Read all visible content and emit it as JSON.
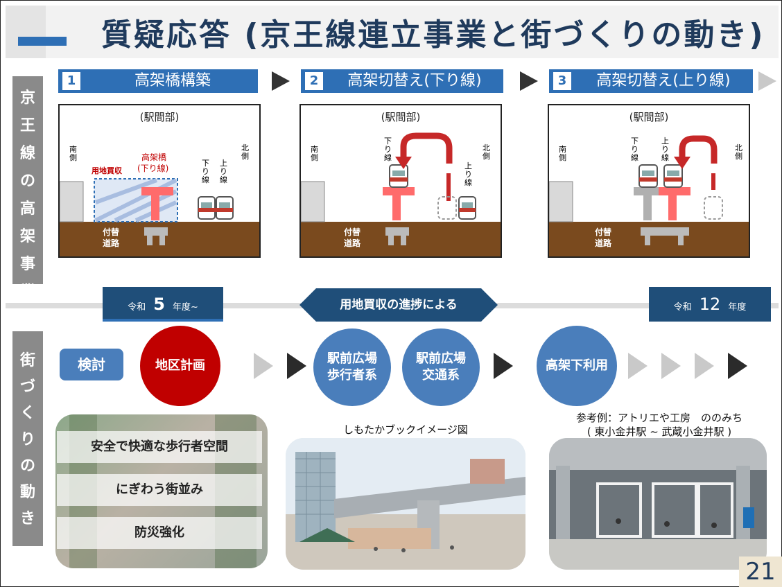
{
  "title": "質疑応答 (京王線連立事業と街づくりの動き)",
  "band_railway": [
    "京",
    "王",
    "線",
    "の",
    "高",
    "架",
    "事",
    "業"
  ],
  "band_town": [
    "街",
    "づ",
    "く",
    "り",
    "の",
    "動",
    "き"
  ],
  "steps": [
    {
      "num": "1",
      "label": "高架橋構築"
    },
    {
      "num": "2",
      "label": "高架切替え(下り線)"
    },
    {
      "num": "3",
      "label": "高架切替え(上り線)"
    }
  ],
  "diagram": {
    "section": "(駅間部)",
    "south": "南側",
    "north": "北側",
    "down_line": "下り線",
    "up_line": "上り線",
    "land_acquisition": "用地買収",
    "viaduct_line1": "高架橋",
    "viaduct_line2": "(下り線)",
    "temp_road_line1": "付替",
    "temp_road_line2": "道路"
  },
  "timeline": {
    "start_prefix": "令和",
    "start_year": "5",
    "start_suffix": "年度~",
    "middle": "用地買収の進捗による",
    "end_prefix": "令和",
    "end_year": "12",
    "end_suffix": "年度"
  },
  "town": {
    "study": "検討",
    "district_plan": "地区計画",
    "plaza_pedestrian_line1": "駅前広場",
    "plaza_pedestrian_line2": "歩行者系",
    "plaza_traffic_line1": "駅前広場",
    "plaza_traffic_line2": "交通系",
    "under_viaduct": "高架下利用"
  },
  "goals": [
    "安全で快適な歩行者空間",
    "にぎわう街並み",
    "防災強化"
  ],
  "image_caption": "しもたかブックイメージ図",
  "reference_line1": "参考例：アトリエや工房　ののみち",
  "reference_line2": "( 東小金井駅 ~ 武蔵小金井駅 )",
  "page_number": "21",
  "colors": {
    "accent": "#2e6fb5",
    "navy": "#1f4e79",
    "red": "#c00000",
    "circle_blue": "#4a7ebb",
    "ground": "#7a4a1e"
  }
}
